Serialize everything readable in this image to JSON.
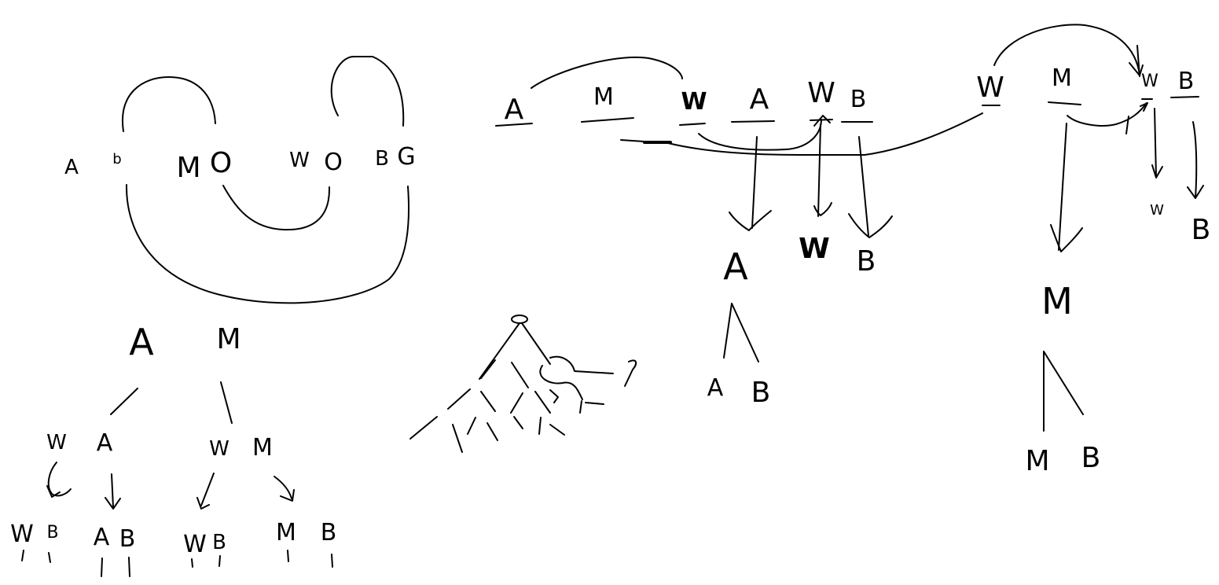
{
  "colors": {
    "ink": "#000000",
    "background": "#ffffff"
  },
  "left_diagram": {
    "nodes": {
      "a": "A",
      "a_mark": "b",
      "m": "M",
      "m_mark": "O",
      "w": "W",
      "w_mark": "O",
      "b": "B",
      "b_mark": "G"
    },
    "tree": {
      "root_a": "A",
      "root_m": "M",
      "mid_w1": "W",
      "mid_a": "A",
      "mid_w2": "W",
      "mid_m": "M",
      "leaf_w1": "W",
      "leaf_b1": "B",
      "leaf_a": "A",
      "leaf_b2": "B",
      "leaf_w2": "W",
      "leaf_b3": "B",
      "leaf_m": "M",
      "leaf_b4": "B"
    }
  },
  "middle_diagram": {
    "sequence": {
      "a": "A",
      "m": "M",
      "w1": "W",
      "a2": "A",
      "w2": "W",
      "b": "B"
    },
    "results": {
      "a": "A",
      "w": "W",
      "b": "B",
      "sub_a": "A",
      "sub_b": "B"
    }
  },
  "right_diagram": {
    "sequence": {
      "w": "W",
      "m": "M",
      "w2": "W",
      "b": "B"
    },
    "results": {
      "w": "W",
      "b": "B",
      "m": "M",
      "sub_m": "M",
      "sub_b": "B"
    }
  }
}
